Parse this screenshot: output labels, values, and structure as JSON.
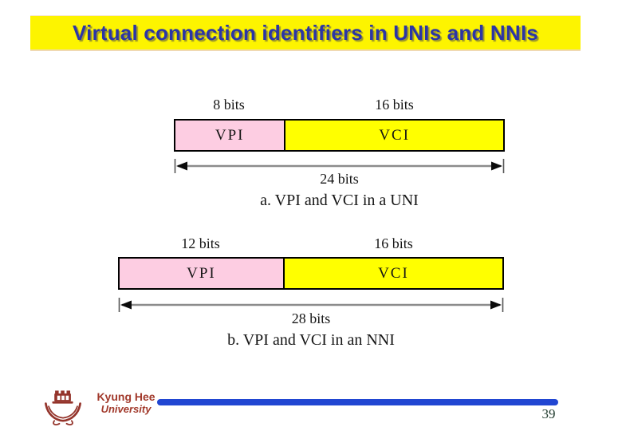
{
  "title": {
    "text": "Virtual connection identifiers in UNIs and NNIs"
  },
  "diagrams": {
    "a": {
      "field1_bits": "8 bits",
      "field2_bits": "16 bits",
      "field1_label": "VPI",
      "field2_label": "VCI",
      "total_label": "24 bits",
      "caption": "a. VPI and VCI in a UNI"
    },
    "b": {
      "field1_bits": "12 bits",
      "field2_bits": "16 bits",
      "field1_label": "VPI",
      "field2_label": "VCI",
      "total_label": "28 bits",
      "caption": "b. VPI and VCI in an NNI"
    }
  },
  "footer": {
    "institution_line1": "Kyung Hee",
    "institution_line2": "University",
    "page_number": "39"
  },
  "icons": {
    "university_seal": "kyung-hee-university-seal-icon"
  },
  "colors": {
    "title_bg": "#FDF400",
    "title_text": "#2B35A6",
    "vpi_fill": "#FDCDE2",
    "vci_fill": "#FFFF00",
    "box_border": "#000000",
    "arrow_shaft": "#8C8C8C",
    "footer_line": "#2146D2",
    "institution_text": "#A23A2C",
    "page_number_text": "#213C2F"
  }
}
